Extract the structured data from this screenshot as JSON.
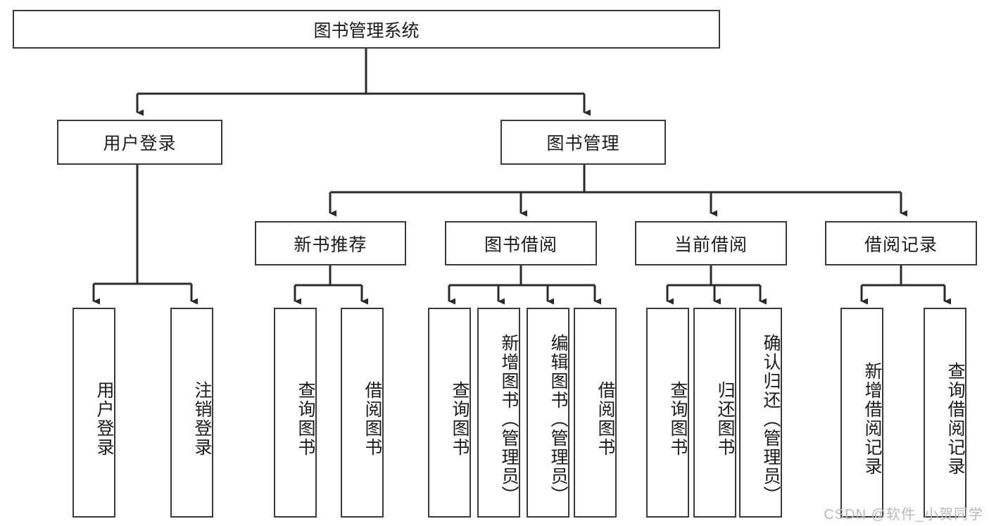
{
  "diagram": {
    "title": "图书管理系统",
    "type": "tree-hierarchy-chart",
    "root": {
      "label": "图书管理系统"
    },
    "level2": [
      {
        "label": "用户登录"
      },
      {
        "label": "图书管理"
      }
    ],
    "level3": [
      {
        "label": "新书推荐"
      },
      {
        "label": "图书借阅"
      },
      {
        "label": "当前借阅"
      },
      {
        "label": "借阅记录"
      }
    ],
    "leaves": {
      "user_login": [
        {
          "label": "用户登录"
        },
        {
          "label": "注销登录"
        }
      ],
      "new_book_recommend": [
        {
          "label": "查询图书"
        },
        {
          "label": "借阅图书"
        }
      ],
      "book_borrow": [
        {
          "label": "查询图书"
        },
        {
          "label": "新增图书（管理员）"
        },
        {
          "label": "编辑图书（管理员）"
        },
        {
          "label": "借阅图书"
        }
      ],
      "current_borrow": [
        {
          "label": "查询图书"
        },
        {
          "label": "归还图书"
        },
        {
          "label": "确认归还（管理员）"
        }
      ],
      "borrow_record": [
        {
          "label": "新增借阅记录"
        },
        {
          "label": "查询借阅记录"
        }
      ]
    }
  },
  "watermark": {
    "text": "CSDN @软件_小贺同学"
  },
  "colors": {
    "box_border": "#3a3a3a",
    "connector": "#2b2b2b",
    "text": "#1b1b1b",
    "background": "#ffffff",
    "watermark": "#b9b9b9"
  }
}
